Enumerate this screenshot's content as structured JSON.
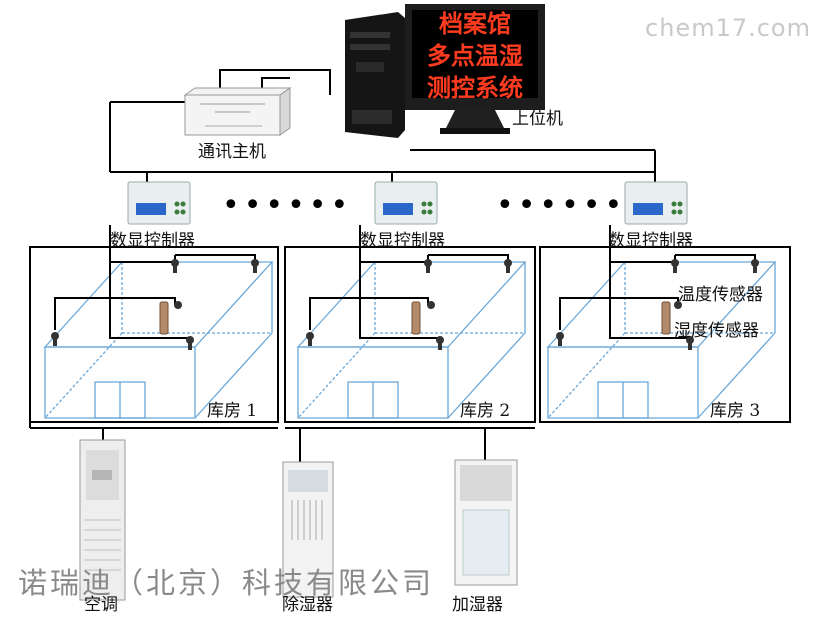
{
  "watermark": "chem17.com",
  "monitor": {
    "line1": "档案馆",
    "line2": "多点温湿",
    "line3": "测控系统"
  },
  "host_label": "上位机",
  "comm_host_label": "通讯主机",
  "controllers": [
    {
      "label": "数显控制器"
    },
    {
      "label": "数显控制器"
    },
    {
      "label": "数显控制器"
    }
  ],
  "ellipsis": "••••••",
  "warehouses": [
    {
      "label": "库房 1"
    },
    {
      "label": "库房 2"
    },
    {
      "label": "库房 3"
    }
  ],
  "temp_sensor_label": "温度传感器",
  "humidity_sensor_label": "湿度传感器",
  "devices": [
    {
      "label": "空调"
    },
    {
      "label": "除湿器"
    },
    {
      "label": "加湿器"
    }
  ],
  "company": "诺瑞迪（北京）科技有限公司"
}
